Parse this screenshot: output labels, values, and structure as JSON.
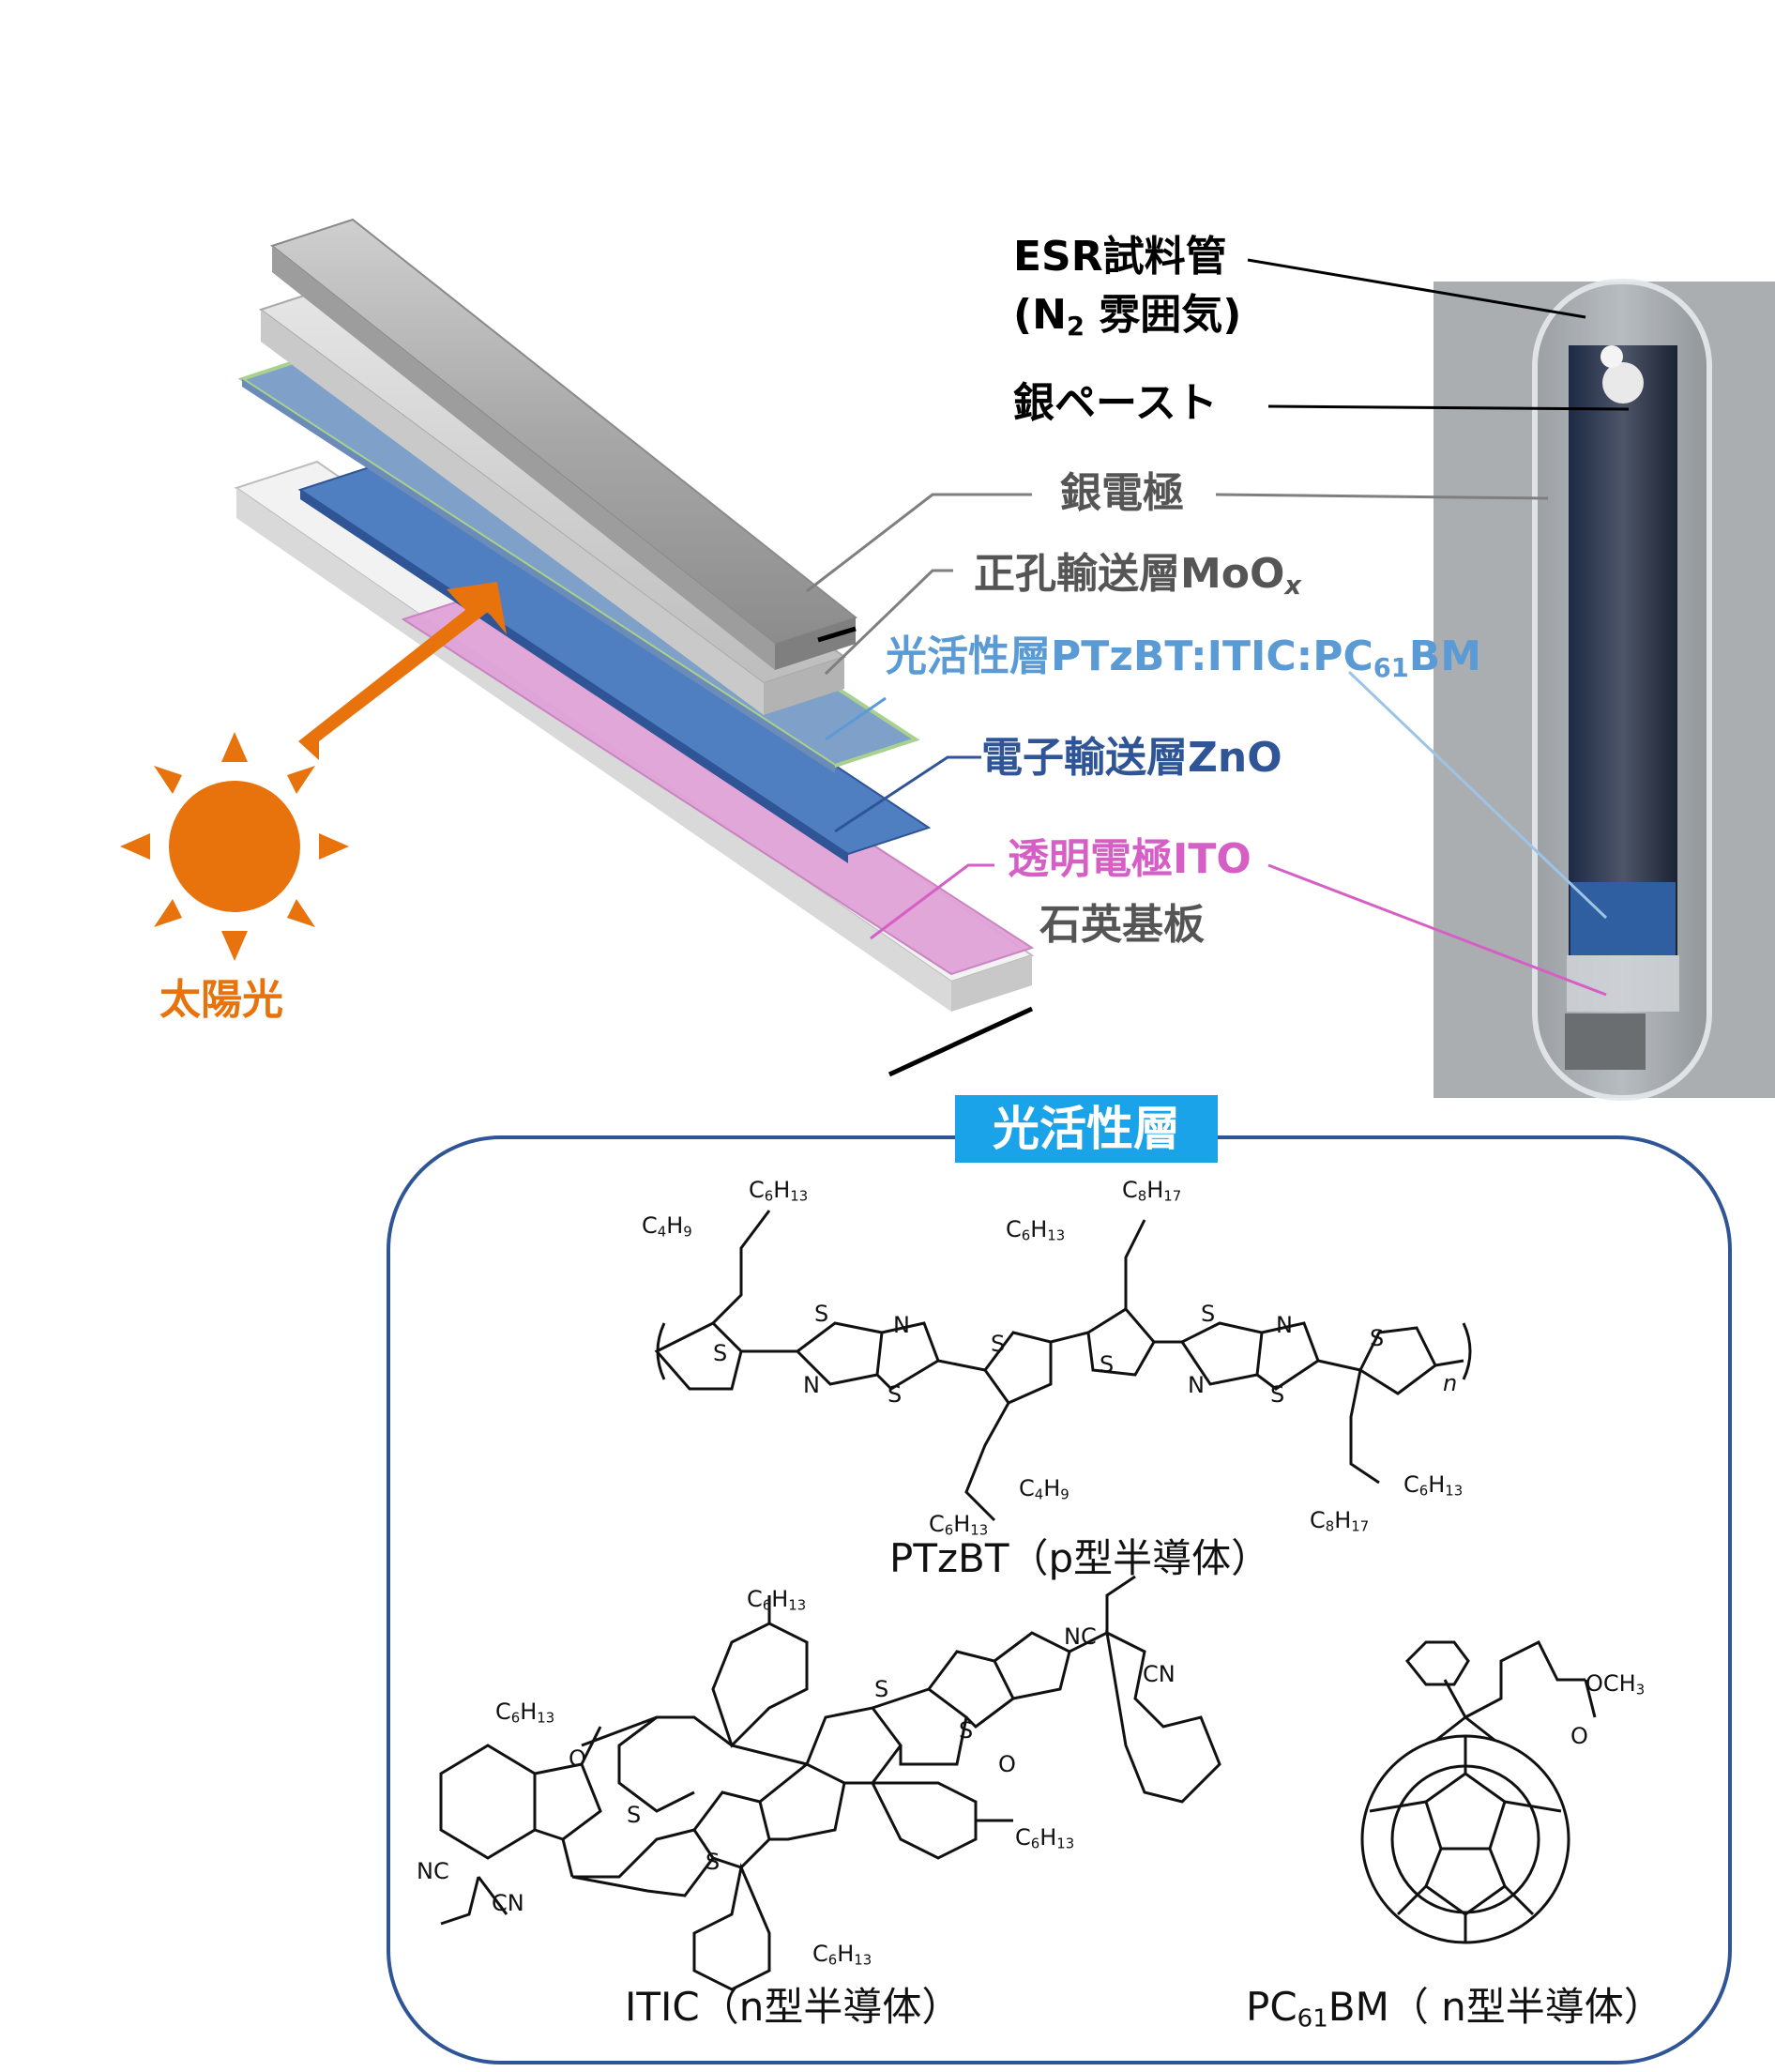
{
  "labels": {
    "esr_tube": "ESR試料管",
    "n2_atmos_prefix": "(N",
    "n2_atmos_sub": "2",
    "n2_atmos_suffix": " 雰囲気)",
    "silver_paste": "銀ペースト",
    "silver_electrode": "銀電極",
    "hole_transport_text": "正孔輸送層MoO",
    "hole_transport_sub": "x",
    "photoactive_text_a": "光活性層PTzBT:ITIC:PC",
    "photoactive_sub": "61",
    "photoactive_text_b": "BM",
    "electron_transport": "電子輸送層ZnO",
    "transparent_electrode": "透明電極ITO",
    "quartz_substrate": "石英基板",
    "sunlight": "太陽光"
  },
  "panel": {
    "title": "光活性層"
  },
  "molecules": {
    "ptzbt_caption": "PTzBT（p型半導体）",
    "itic_caption": "ITIC（n型半導体）",
    "pcbm_caption_a": "PC",
    "pcbm_caption_sub": "61",
    "pcbm_caption_b": "BM（ n型半導体）",
    "atoms": {
      "S": "S",
      "N": "N",
      "O": "O",
      "NC": "NC",
      "CN": "CN",
      "OCH3_a": "OCH",
      "OCH3_sub": "3",
      "n": "n"
    },
    "groups": {
      "C6H13": [
        "C",
        "6",
        "H",
        "13"
      ],
      "C4H9": [
        "C",
        "4",
        "H",
        "9"
      ],
      "C8H17": [
        "C",
        "8",
        "H",
        "17"
      ]
    }
  },
  "colors": {
    "sun": "#e8720c",
    "arrow": "#e8720c",
    "silver_label": "#555555",
    "moox_label": "#555555",
    "photoactive_label": "#5b9bd5",
    "zno_label": "#2f5597",
    "ito_label": "#d65fc6",
    "panel_border": "#2f5597",
    "panel_title_bg": "#1aa3e8"
  }
}
